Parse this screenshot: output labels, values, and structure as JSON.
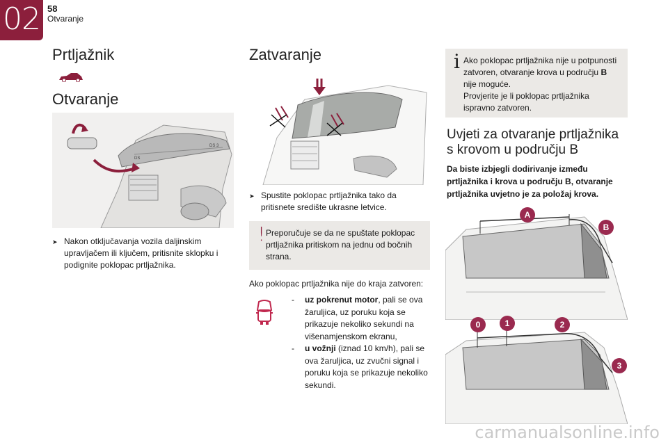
{
  "header": {
    "chapter": "02",
    "page_number": "58",
    "section": "Otvaranje"
  },
  "left": {
    "title": "Prtljažnik",
    "subtitle": "Otvaranje",
    "illustration_labels": {
      "brand_left": "DS",
      "brand_right": "DS 3"
    },
    "bullet": "Nakon otključavanja vozila daljinskim upravljačem ili ključem, pritisnite sklopku i podignite poklopac prtljažnika."
  },
  "middle": {
    "title": "Zatvaranje",
    "bullet": "Spustite poklopac prtljažnika tako da pritisnete središte ukrasne letvice.",
    "warning": "Preporučuje se da ne spuštate poklopac prtljažnika pritiskom na jednu od bočnih strana.",
    "intro": "Ako poklopac prtljažnika nije do kraja zatvoren:",
    "items": [
      {
        "bold": "uz pokrenut motor",
        "rest": ", pali se ova žaruljica, uz poruku koja se prikazuje nekoliko sekundi na višenamjenskom ekranu,"
      },
      {
        "bold": "u vožnji",
        "rest": " (iznad 10 km/h), pali se ova žaruljica, uz zvučni signal i poruku koja se prikazuje nekoliko sekundi."
      }
    ]
  },
  "right": {
    "info_line1": "Ako poklopac prtljažnika nije u potpunosti zatvoren, otvaranje krova u području ",
    "info_bold": "B",
    "info_line2": " nije moguće.",
    "info_line3": "Provjerite je li poklopac prtljažnika ispravno zatvoren.",
    "title": "Uvjeti za otvaranje prtljažnika s krovom u području B",
    "lead": "Da biste izbjegli dodirivanje između prtljažnika i krova u području B, otvaranje prtljažnika uvjetno je za položaj krova.",
    "callouts_top": [
      "A",
      "B"
    ],
    "callouts_bottom": [
      "0",
      "1",
      "2",
      "3"
    ]
  },
  "footer": {
    "watermark": "carmanualsonline.info"
  },
  "colors": {
    "accent": "#8c1f3c",
    "callout": "#9a2a4f",
    "notebox": "#ebe9e6"
  }
}
